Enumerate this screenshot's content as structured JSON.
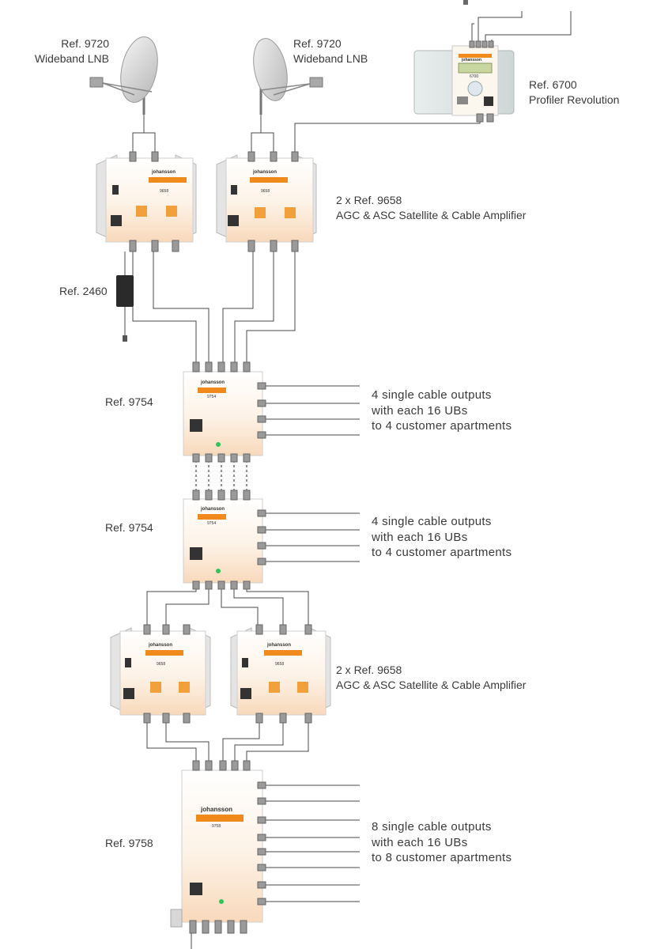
{
  "labels": {
    "lnb_left": {
      "ref": "Ref. 9720",
      "name": "Wideband LNB"
    },
    "lnb_right": {
      "ref": "Ref. 9720",
      "name": "Wideband LNB"
    },
    "profiler": {
      "ref": "Ref. 6700",
      "name": "Profiler Revolution"
    },
    "amp_top": {
      "count": "2 x Ref. 9658",
      "name": "AGC & ASC Satellite & Cable Amplifier"
    },
    "psu": "Ref. 2460",
    "ms1": "Ref. 9754",
    "ms1_outputs": [
      "4 single cable outputs",
      "with each 16 UBs",
      "to 4 customer apartments"
    ],
    "ms2": "Ref. 9754",
    "ms2_outputs": [
      "4 single cable outputs",
      "with each 16 UBs",
      "to 4 customer apartments"
    ],
    "amp_bottom": {
      "count": "2 x Ref. 9658",
      "name": "AGC & ASC Satellite & Cable Amplifier"
    },
    "ms3": "Ref. 9758",
    "ms3_outputs": [
      "8 single cable outputs",
      "with each 16 UBs",
      "to 8 customer apartments"
    ]
  },
  "device_text": {
    "brand": "johansson",
    "amp_model": "9658",
    "ms4_model": "9754",
    "ms8_model": "9758",
    "profiler_model": "6700"
  },
  "colors": {
    "line": "#4a4a4a",
    "text": "#3a3a3a",
    "device_body": "#fdf3e8",
    "brand_orange": "#f18a1c",
    "connector": "#8c8c8c"
  }
}
